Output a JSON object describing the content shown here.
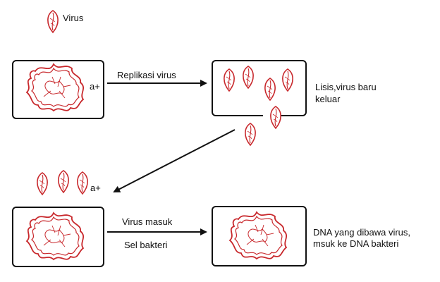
{
  "legend": {
    "virus_label": "Virus"
  },
  "step1": {
    "marker_label": "a+"
  },
  "step2": {
    "arrow_label": "Replikasi virus"
  },
  "step3": {
    "description_line1": "Lisis,virus baru",
    "description_line2": "keluar"
  },
  "step4": {
    "marker_label": "a+"
  },
  "step5": {
    "arrow_label_top": "Virus masuk",
    "arrow_label_bottom": "Sel bakteri"
  },
  "step6": {
    "description_line1": "DNA yang dibawa virus,",
    "description_line2": "msuk ke DNA bakteri"
  },
  "colors": {
    "virus": "#c8282c",
    "line": "#111111"
  }
}
